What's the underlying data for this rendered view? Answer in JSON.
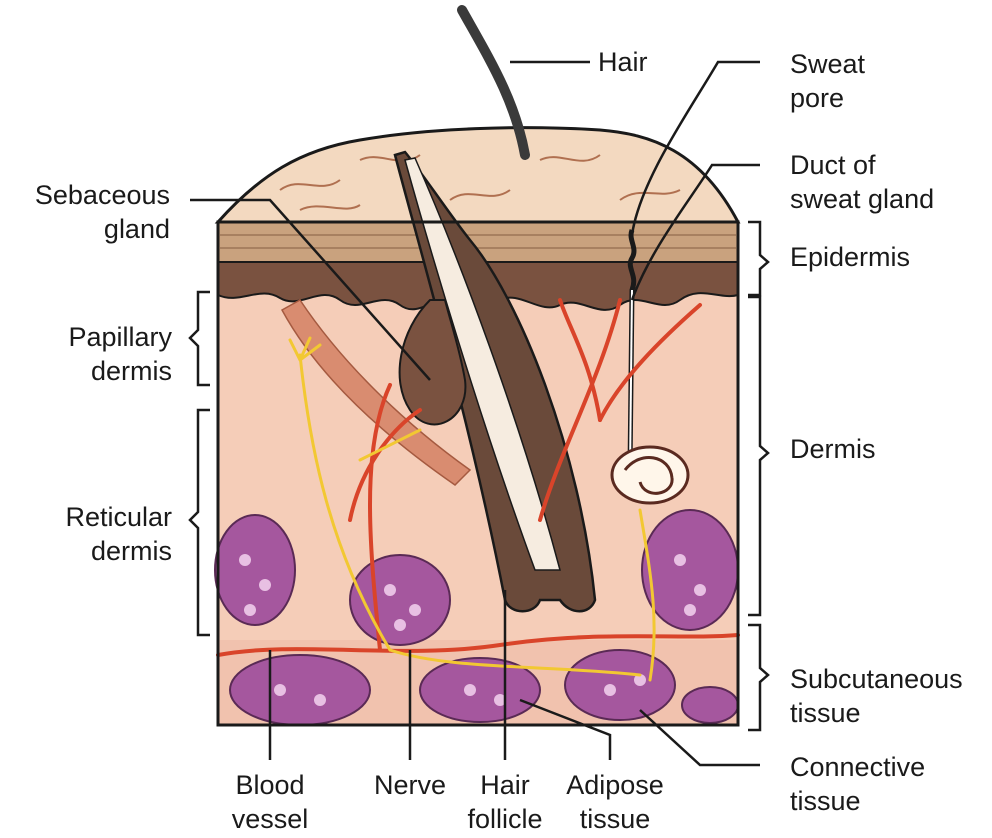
{
  "labels": {
    "hair": "Hair",
    "sweat_pore": [
      "Sweat",
      "pore"
    ],
    "duct_of_sweat_gland": [
      "Duct of",
      "sweat gland"
    ],
    "sebaceous_gland": [
      "Sebaceous",
      "gland"
    ],
    "epidermis": "Epidermis",
    "papillary_dermis": [
      "Papillary",
      "dermis"
    ],
    "dermis": "Dermis",
    "reticular_dermis": [
      "Reticular",
      "dermis"
    ],
    "subcutaneous_tissue": [
      "Subcutaneous",
      "tissue"
    ],
    "connective_tissue": [
      "Connective",
      "tissue"
    ],
    "blood_vessel": [
      "Blood",
      "vessel"
    ],
    "nerve": "Nerve",
    "hair_follicle": [
      "Hair",
      "follicle"
    ],
    "adipose_tissue": [
      "Adipose",
      "tissue"
    ]
  },
  "colors": {
    "skin_surface": "#f3d9c0",
    "epidermis_band": "#c9a27e",
    "basal_layer": "#7a5240",
    "dermis": "#f5cdb8",
    "blood_vessel": "#d9442a",
    "nerve": "#f2c832",
    "adipose": "#a5579e",
    "follicle": "#6a4a3a",
    "outline": "#1a1a1a"
  }
}
